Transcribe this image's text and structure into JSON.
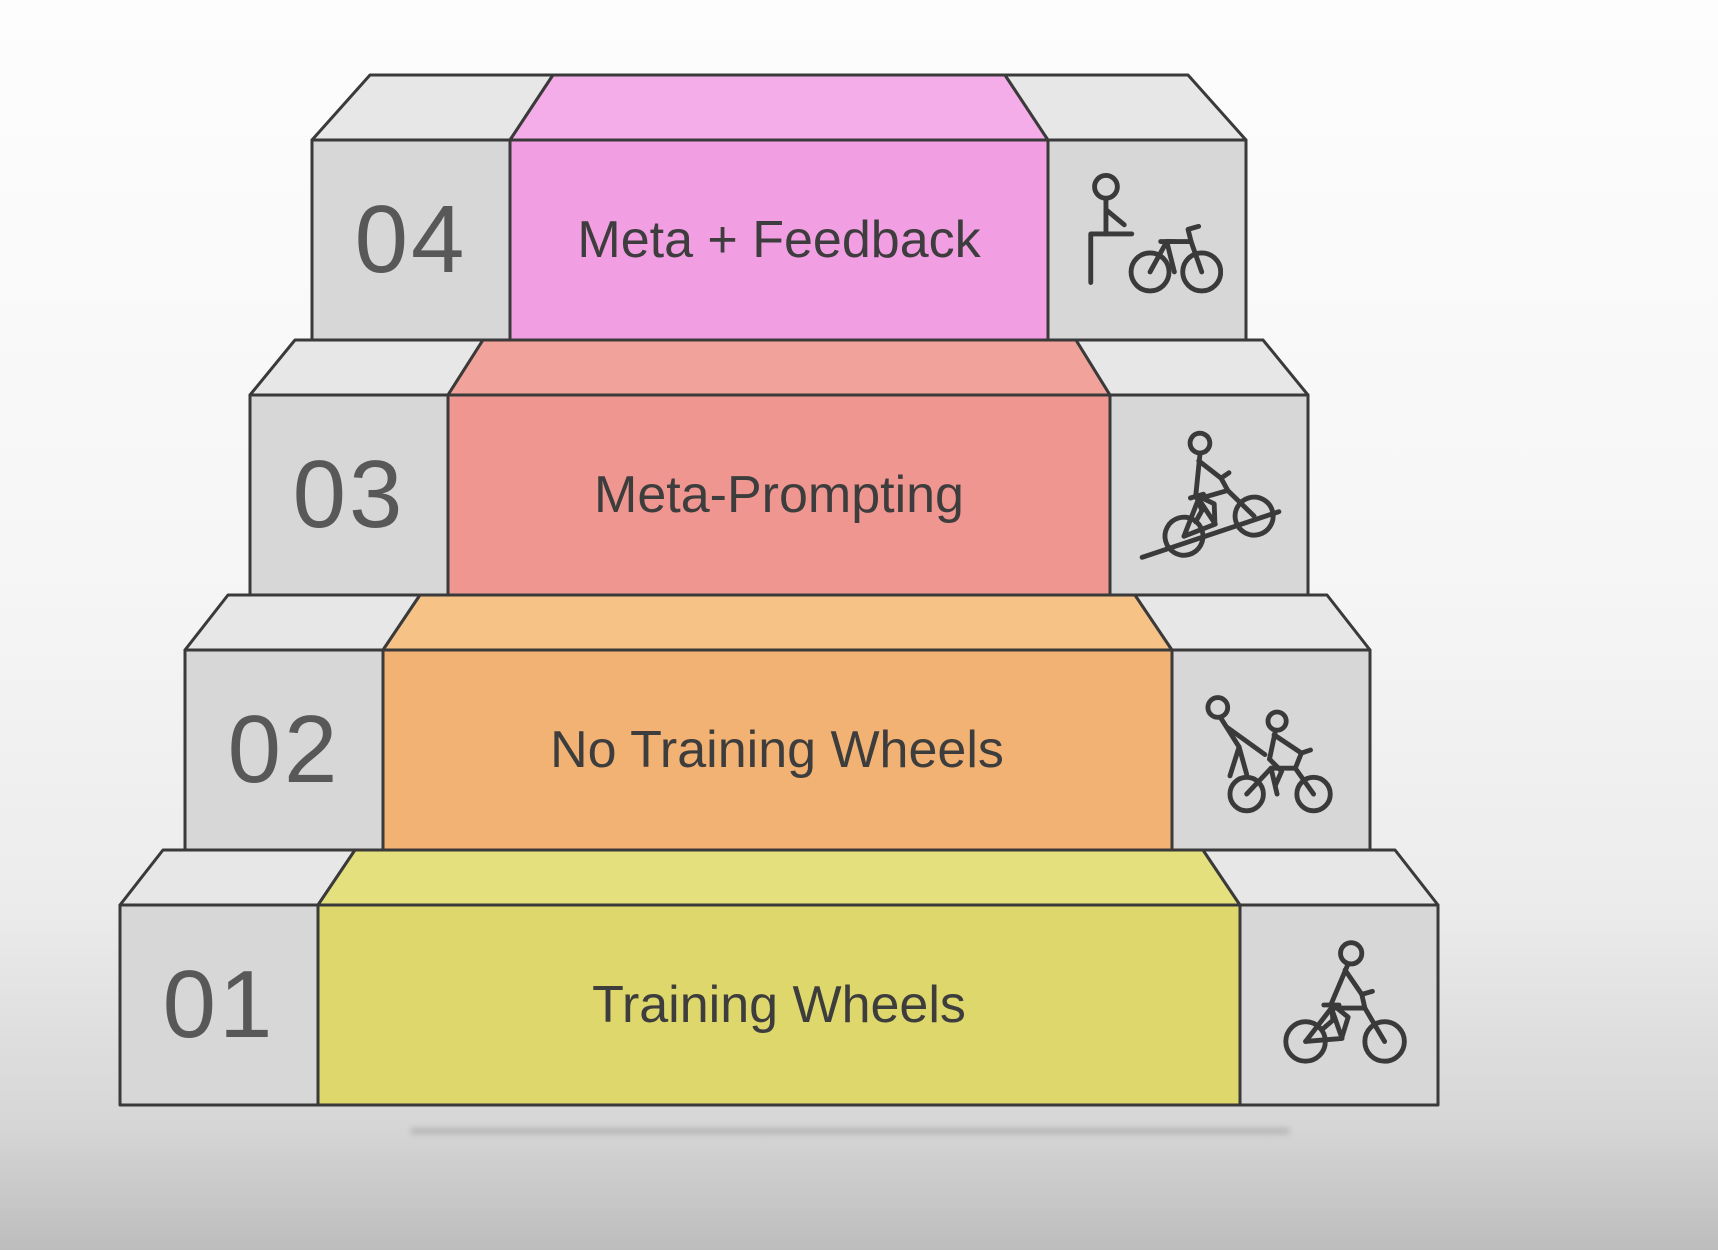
{
  "diagram": {
    "kind": "stepped-staircase",
    "levels_count": 4
  },
  "steps": [
    {
      "number": "01",
      "label": "Training Wheels",
      "color_front": "#ddd76c",
      "color_top": "#e5e07e",
      "icon": "cyclist-icon"
    },
    {
      "number": "02",
      "label": "No Training Wheels",
      "color_front": "#f2b274",
      "color_top": "#f6c286",
      "icon": "adult-helping-cyclist-icon"
    },
    {
      "number": "03",
      "label": "Meta-Prompting",
      "color_front": "#ee968f",
      "color_top": "#f1a39b",
      "icon": "uphill-cyclist-icon"
    },
    {
      "number": "04",
      "label": "Meta + Feedback",
      "color_front": "#f19ee2",
      "color_top": "#f4ade8",
      "icon": "person-with-bike-icon"
    }
  ],
  "colors": {
    "gray_front": "#d7d7d7",
    "gray_top": "#e7e7e7",
    "outline": "#3a3a3a",
    "number_text": "#585858",
    "label_text": "#3d3d3d",
    "background_top": "#fdfdfd",
    "background_bottom": "#bdbdbd"
  }
}
